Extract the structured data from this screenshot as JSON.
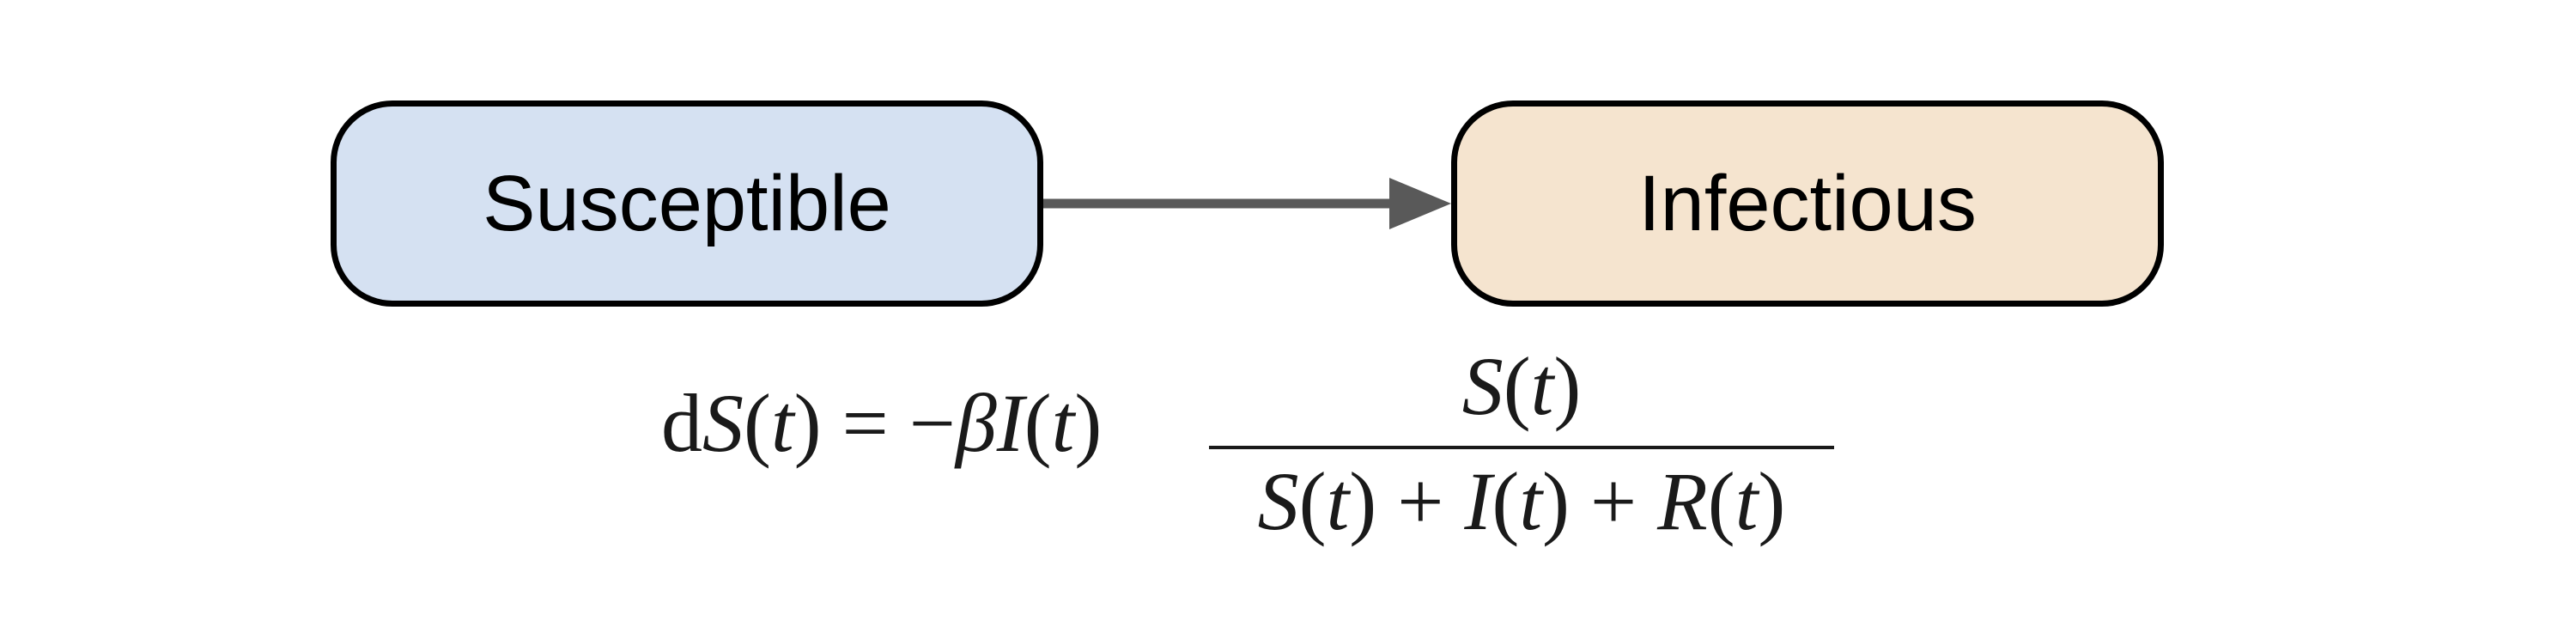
{
  "nodes": {
    "susceptible": {
      "label": "Susceptible",
      "fill": "#d5e1f2"
    },
    "infectious": {
      "label": "Infectious",
      "fill": "#f5e4cf"
    }
  },
  "edge": {
    "from": "Susceptible",
    "to": "Infectious",
    "color": "#595959"
  },
  "equation": {
    "lhs_d": "d",
    "lhs_S": "S",
    "lhs_paren_open": "(",
    "lhs_t": "t",
    "lhs_paren_close": ")",
    "equals": " = −",
    "beta": "β",
    "I": "I",
    "I_paren_open": "(",
    "I_t": "t",
    "I_paren_close": ")",
    "numerator": {
      "S": "S",
      "open": "(",
      "t": "t",
      "close": ")"
    },
    "denominator": {
      "S": "S",
      "t1_open": "(",
      "t1": "t",
      "t1_close": ") + ",
      "I": "I",
      "t2_open": "(",
      "t2": "t",
      "t2_close": ") + ",
      "R": "R",
      "t3_open": "(",
      "t3": "t",
      "t3_close": ")"
    }
  }
}
